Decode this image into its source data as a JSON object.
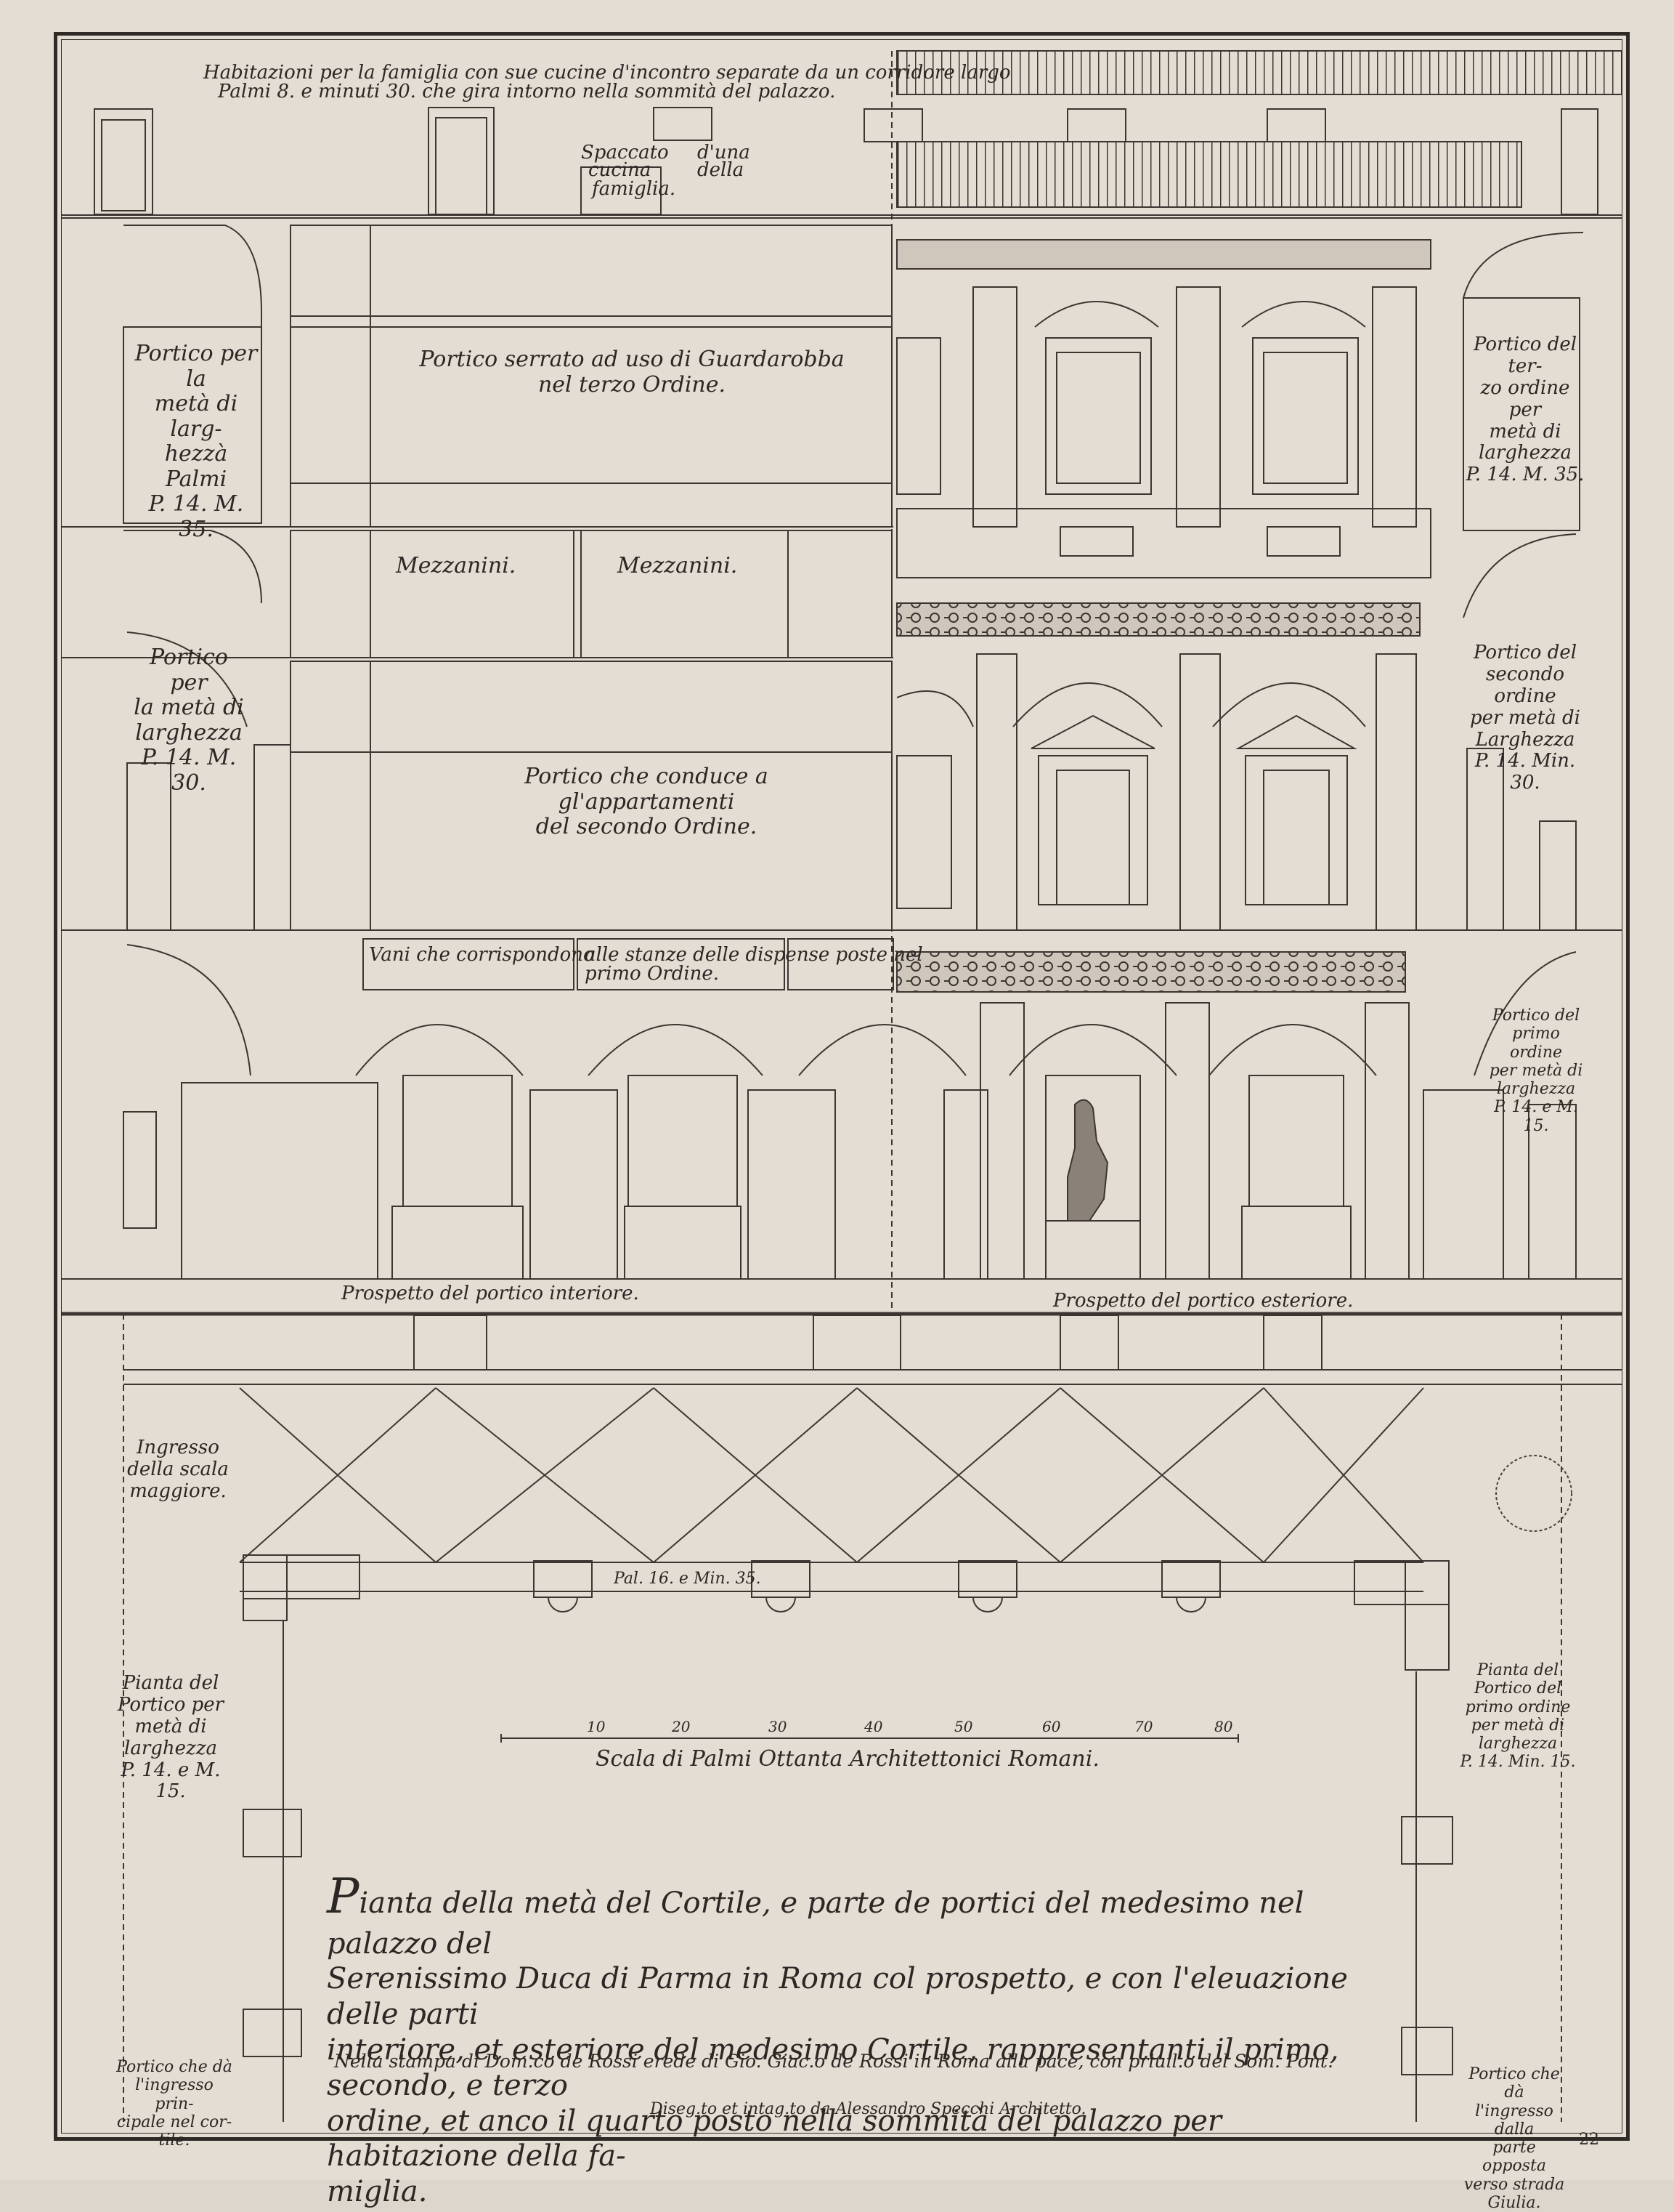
{
  "top_band": {
    "note_line1": "Habitazioni per la famiglia con sue cucine d'incontro separate da un corridore largo",
    "note_line2": "Palmi 8. e minuti 30. che gira intorno nella sommità del palazzo.",
    "spaccato_left": "Spaccato",
    "spaccato_mid1": "cucina",
    "spaccato_mid2": "famiglia.",
    "spaccato_right1": "d'una",
    "spaccato_right2": "della"
  },
  "third_order": {
    "left_note": [
      "Portico per la",
      "metà di larg-",
      "hezzà Palmi",
      "P. 14. M. 35."
    ],
    "center_note": [
      "Portico serrato ad uso di Guardarobba",
      "nel terzo Ordine."
    ],
    "right_note": [
      "Portico del ter-",
      "zo ordine per",
      "metà di larghezza",
      "P. 14. M. 35."
    ]
  },
  "mezzanine": {
    "left": "Mezzanini.",
    "right": "Mezzanini."
  },
  "second_order": {
    "left_note": [
      "Portico per",
      "la metà di",
      "larghezza",
      "P. 14. M. 30."
    ],
    "center_note": [
      "Portico che conduce a gl'appartamenti",
      "del secondo Ordine."
    ],
    "right_note": [
      "Portico del",
      "secondo ordine",
      "per metà di",
      "Larghezza",
      "P. 14. Min. 30."
    ]
  },
  "first_order": {
    "box1": "Vani che corrispondono",
    "box2": "alle stanze delle dispense poste nel",
    "box2b": "primo Ordine.",
    "right_note": [
      "Portico del",
      "primo ordine",
      "per metà di",
      "larghezza",
      "P. 14. e M. 15."
    ],
    "caption_left": "Prospetto del portico interiore.",
    "caption_right": "Prospetto del portico esteriore."
  },
  "plan": {
    "ingresso": [
      "Ingresso",
      "della scala",
      "maggiore."
    ],
    "pianta_left": [
      "Pianta del",
      "Portico per",
      "metà di",
      "larghezza",
      "P. 14. e M. 15."
    ],
    "pianta_right": [
      "Pianta del",
      "Portico del",
      "primo ordine",
      "per metà di",
      "larghezza",
      "P. 14. Min. 15."
    ],
    "portico_left": [
      "Portico che dà",
      "l'ingresso prin-",
      "cipale nel cor-",
      "tile."
    ],
    "portico_right": [
      "Portico che dà",
      "l'ingresso dalla",
      "parte opposta",
      "verso strada",
      "Giulia."
    ],
    "dimension": "Pal. 16. e Min. 35."
  },
  "scale": {
    "ticks": [
      "10",
      "20",
      "30",
      "40",
      "50",
      "60",
      "70",
      "80"
    ],
    "label": "Scala di Palmi Ottanta Architettonici Romani."
  },
  "title": {
    "cap": "P",
    "line1": "ianta della metà del Cortile, e parte de portici del medesimo nel palazzo del",
    "line2": "Serenissimo Duca di Parma in Roma col prospetto, e con l'eleuazione delle parti",
    "line3": "interiore, et esteriore del medesimo Cortile, rappresentanti il primo, secondo, e terzo",
    "line4": "ordine, et anco il quarto posto nella sommità del palazzo per habitazione della fa-",
    "line5": "miglia."
  },
  "imprint": "Nella stampa di Dom.co de Rossi erede di Gio. Giac.o de Rossi in Roma alla pace, con priuil.o del Som. Pont.",
  "credit": "Diseg.to et intag.to da Alessandro Specchi Architetto.",
  "page_number": "22",
  "colors": {
    "paper": "#e4ddd3",
    "ink": "#2b2724"
  }
}
